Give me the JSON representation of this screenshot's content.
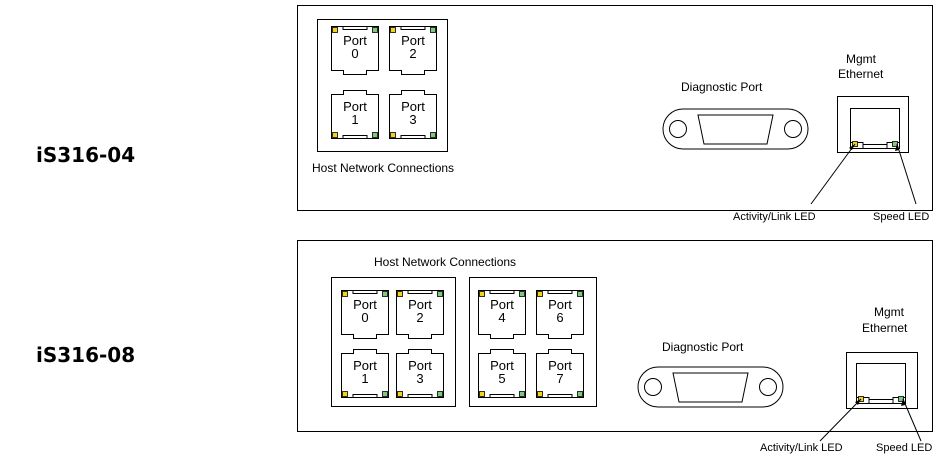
{
  "models": [
    {
      "label": "iS316-04",
      "host_caption": "Host Network Connections",
      "diagnostic_caption": "Diagnostic Port",
      "mgmt_caption_line1": "Mgmt",
      "mgmt_caption_line2": "Ethernet",
      "activity_led_caption": "Activity/Link LED",
      "speed_led_caption": "Speed LED",
      "ports": [
        {
          "word": "Port",
          "num": "0"
        },
        {
          "word": "Port",
          "num": "2"
        },
        {
          "word": "Port",
          "num": "1"
        },
        {
          "word": "Port",
          "num": "3"
        }
      ]
    },
    {
      "label": "iS316-08",
      "host_caption": "Host Network Connections",
      "diagnostic_caption": "Diagnostic Port",
      "mgmt_caption_line1": "Mgmt",
      "mgmt_caption_line2": "Ethernet",
      "activity_led_caption": "Activity/Link LED",
      "speed_led_caption": "Speed LED",
      "ports": [
        {
          "word": "Port",
          "num": "0"
        },
        {
          "word": "Port",
          "num": "2"
        },
        {
          "word": "Port",
          "num": "1"
        },
        {
          "word": "Port",
          "num": "3"
        },
        {
          "word": "Port",
          "num": "4"
        },
        {
          "word": "Port",
          "num": "6"
        },
        {
          "word": "Port",
          "num": "5"
        },
        {
          "word": "Port",
          "num": "7"
        }
      ]
    }
  ],
  "colors": {
    "activity_led": "#f2d21a",
    "speed_led": "#7fc97f",
    "line": "#000000"
  }
}
